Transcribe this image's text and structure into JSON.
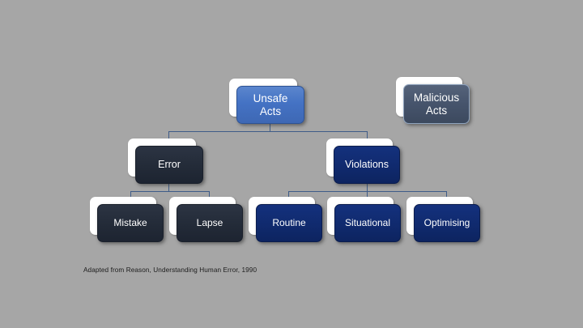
{
  "slide": {
    "background_color": "#a6a6a6",
    "caption": "Adapted from Reason, Understanding Human Error, 1990"
  },
  "diagram": {
    "type": "hierarchy-tree",
    "title_node": "Unsafe Acts",
    "nodes": [
      {
        "id": "unsafe",
        "label": "Unsafe\nActs",
        "line1": "Unsafe",
        "line2": "Acts",
        "level": 1,
        "color": "#4472c4",
        "style": "blue"
      },
      {
        "id": "malicious",
        "label": "Malicious\nActs",
        "line1": "Malicious",
        "line2": "Acts",
        "level": 1,
        "color": "#46546c",
        "style": "slate"
      },
      {
        "id": "error",
        "label": "Error",
        "level": 2,
        "color": "#232b38",
        "style": "charcoal"
      },
      {
        "id": "violations",
        "label": "Violations",
        "level": 2,
        "color": "#102a6e",
        "style": "navy"
      },
      {
        "id": "mistake",
        "label": "Mistake",
        "level": 3,
        "color": "#232b38",
        "style": "charcoal"
      },
      {
        "id": "lapse",
        "label": "Lapse",
        "level": 3,
        "color": "#232b38",
        "style": "charcoal"
      },
      {
        "id": "routine",
        "label": "Routine",
        "level": 3,
        "color": "#102a6e",
        "style": "navy"
      },
      {
        "id": "situational",
        "label": "Situational",
        "level": 3,
        "color": "#102a6e",
        "style": "navy"
      },
      {
        "id": "optimising",
        "label": "Optimising",
        "level": 3,
        "color": "#102a6e",
        "style": "navy"
      }
    ],
    "edges": [
      {
        "from": "unsafe",
        "to": "error"
      },
      {
        "from": "unsafe",
        "to": "violations"
      },
      {
        "from": "error",
        "to": "mistake"
      },
      {
        "from": "error",
        "to": "lapse"
      },
      {
        "from": "violations",
        "to": "routine"
      },
      {
        "from": "violations",
        "to": "situational"
      },
      {
        "from": "violations",
        "to": "optimising"
      }
    ],
    "connector_color": "#3f5c88",
    "shadow_card_color": "#ffffff"
  }
}
